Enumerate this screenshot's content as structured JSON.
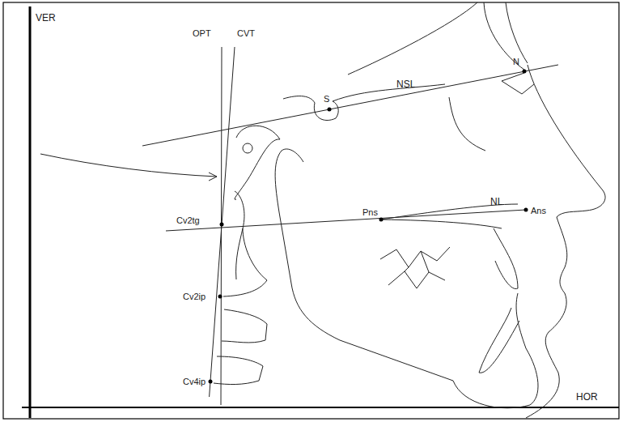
{
  "diagram": {
    "labels": [
      "VER",
      "OPT",
      "CVT",
      "N",
      "NSL",
      "S",
      "Cv2tg",
      "Pns",
      "NL",
      "Ans",
      "Cv2ip",
      "Cv4ip",
      "HOR"
    ]
  }
}
